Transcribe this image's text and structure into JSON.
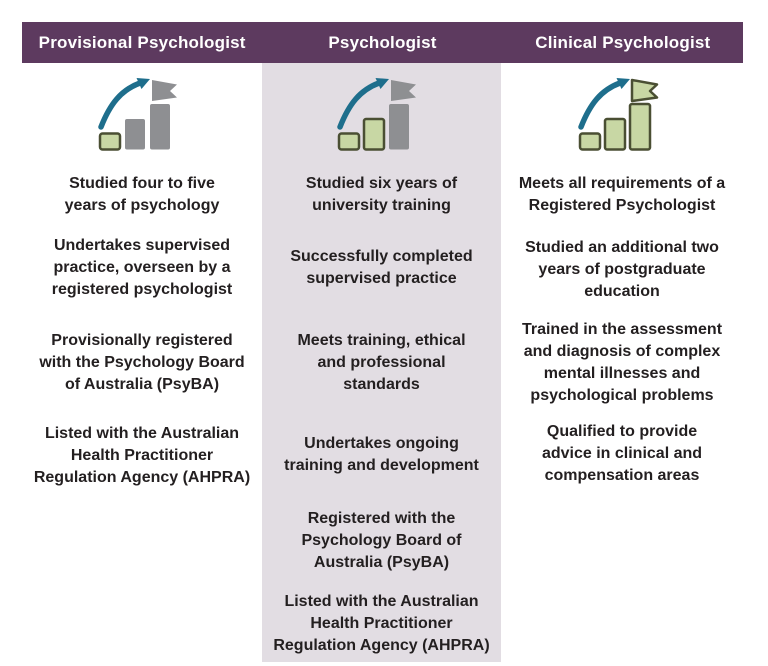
{
  "colors": {
    "header_bg": "#5d3a5f",
    "header_text": "#ffffff",
    "middle_band": "#e2dde3",
    "body_text": "#231f20",
    "canvas_bg": "#ffffff",
    "icon_green": "#c8d7a4",
    "icon_outline": "#4a4f33",
    "icon_gray": "#8e8f92",
    "icon_arrow": "#1e6e8c"
  },
  "icons": [
    {
      "name": "growth-chart-flag-icon-level-1",
      "arrow": "#1e6e8c",
      "bars": [
        {
          "fill": "#c8d7a4",
          "stroke": "#4a4f33"
        },
        {
          "fill": "#8e8f92",
          "stroke": "none"
        },
        {
          "fill": "#8e8f92",
          "stroke": "none"
        }
      ],
      "flag": {
        "fill": "#8e8f92",
        "stroke": "none"
      }
    },
    {
      "name": "growth-chart-flag-icon-level-2",
      "arrow": "#1e6e8c",
      "bars": [
        {
          "fill": "#c8d7a4",
          "stroke": "#4a4f33"
        },
        {
          "fill": "#c8d7a4",
          "stroke": "#4a4f33"
        },
        {
          "fill": "#8e8f92",
          "stroke": "none"
        }
      ],
      "flag": {
        "fill": "#8e8f92",
        "stroke": "none"
      }
    },
    {
      "name": "growth-chart-flag-icon-level-3",
      "arrow": "#1e6e8c",
      "bars": [
        {
          "fill": "#c8d7a4",
          "stroke": "#4a4f33"
        },
        {
          "fill": "#c8d7a4",
          "stroke": "#4a4f33"
        },
        {
          "fill": "#c8d7a4",
          "stroke": "#4a4f33"
        }
      ],
      "flag": {
        "fill": "#c8d7a4",
        "stroke": "#4a4f33"
      }
    }
  ],
  "columns": [
    {
      "title": "Provisional Psychologist",
      "items": [
        {
          "text": "Studied four to five\nyears of psychology"
        },
        {
          "text": "Undertakes supervised\npractice, overseen by a\nregistered psychologist"
        },
        {
          "text": "Provisionally registered\nwith the Psychology Board\nof Australia (PsyBA)"
        },
        {
          "text": "Listed with the Australian\nHealth Practitioner\nRegulation Agency (AHPRA)"
        }
      ]
    },
    {
      "title": "Psychologist",
      "items": [
        {
          "text": "Studied six years of\nuniversity training"
        },
        {
          "text": "Successfully completed\nsupervised practice"
        },
        {
          "text": "Meets training, ethical\nand professional\nstandards"
        },
        {
          "text": "Undertakes ongoing\ntraining and development"
        },
        {
          "text": "Registered with the\nPsychology Board of\nAustralia (PsyBA)"
        },
        {
          "text": "Listed with the Australian\nHealth Practitioner\nRegulation Agency (AHPRA)"
        }
      ]
    },
    {
      "title": "Clinical Psychologist",
      "items": [
        {
          "text": "Meets all requirements of a\nRegistered Psychologist"
        },
        {
          "text": "Studied an additional two\nyears of postgraduate\neducation"
        },
        {
          "text": "Trained in the assessment\nand diagnosis of complex\nmental illnesses and\npsychological problems"
        },
        {
          "text": "Qualified to provide\nadvice in clinical and\ncompensation areas"
        }
      ]
    }
  ]
}
